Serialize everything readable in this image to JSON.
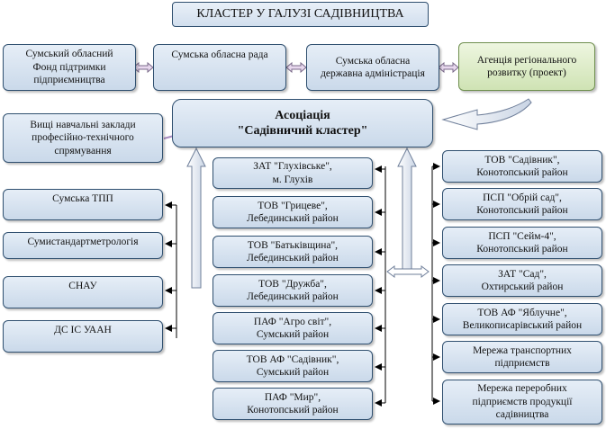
{
  "title": "КЛАСТЕР У ГАЛУЗІ САДІВНИЦТВА",
  "top_row": [
    {
      "line1": "Сумський обласний",
      "line2": "Фонд підтримки",
      "line3": "підприємництва"
    },
    {
      "line1": "Сумська обласна рада"
    },
    {
      "line1": "Сумська обласна",
      "line2": "державна адміністрація"
    },
    {
      "line1": "Агенція регіонального",
      "line2": "розвитку (проект)"
    }
  ],
  "education": {
    "line1": "Вищі навчальні заклади",
    "line2": "професійно-технічного",
    "line3": "спрямування"
  },
  "association": {
    "line1": "Асоціація",
    "line2": "\"Садівничий кластер\""
  },
  "left_items": [
    "Сумська ТПП",
    "Сумистандартметрологія",
    "СНАУ",
    "ДС ІС УААН"
  ],
  "center_items": [
    {
      "line1": "ЗАТ \"Глухівське\",",
      "line2": "м. Глухів"
    },
    {
      "line1": "ТОВ \"Грицеве\",",
      "line2": "Лебединський район"
    },
    {
      "line1": "ТОВ \"Батьківщина\",",
      "line2": "Лебединський район"
    },
    {
      "line1": "ТОВ \"Дружба\",",
      "line2": "Лебединський район"
    },
    {
      "line1": "ПАФ \"Агро світ\",",
      "line2": "Сумський район"
    },
    {
      "line1": "ТОВ АФ \"Садівник\",",
      "line2": "Сумський район"
    },
    {
      "line1": "ПАФ \"Мир\",",
      "line2": "Конотопський район"
    }
  ],
  "right_items": [
    {
      "line1": "ТОВ \"Садівник\",",
      "line2": "Конотопський район"
    },
    {
      "line1": "ПСП \"Обрій сад\",",
      "line2": "Конотопський район"
    },
    {
      "line1": "ПСП \"Сейм-4\",",
      "line2": "Конотопський район"
    },
    {
      "line1": "ЗАТ \"Сад\",",
      "line2": "Охтирський район"
    },
    {
      "line1": "ТОВ АФ \"Яблучне\",",
      "line2": "Великописарівський район"
    },
    {
      "line1": "Мережа транспортних",
      "line2": "підприємств"
    },
    {
      "line1": "Мережа переробних",
      "line2": "підприємств продукції",
      "line3": "садівництва"
    }
  ]
}
